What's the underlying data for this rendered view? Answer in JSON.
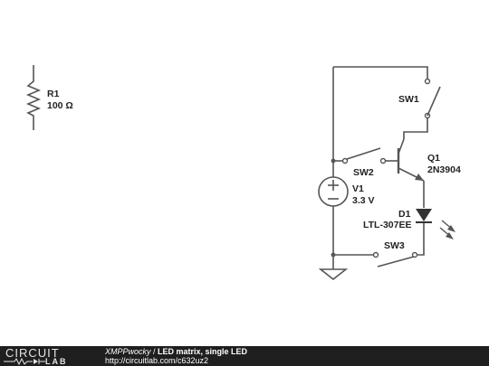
{
  "components": {
    "r1": {
      "designator": "R1",
      "value": "100 Ω"
    },
    "v1": {
      "designator": "V1",
      "value": "3.3 V"
    },
    "q1": {
      "designator": "Q1",
      "value": "2N3904"
    },
    "d1": {
      "designator": "D1",
      "value": "LTL-307EE"
    },
    "sw1": {
      "designator": "SW1"
    },
    "sw2": {
      "designator": "SW2"
    },
    "sw3": {
      "designator": "SW3"
    }
  },
  "footer": {
    "logo_top": "CIRCUIT",
    "logo_bottom": "LAB",
    "user": "XMPPwocky",
    "separator": " / ",
    "title": "LED matrix, single LED",
    "url": "http://circuitlab.com/c632uz2"
  },
  "colors": {
    "wire": "#555555",
    "led": "#333333",
    "footer_bg": "#1f1f1f"
  }
}
